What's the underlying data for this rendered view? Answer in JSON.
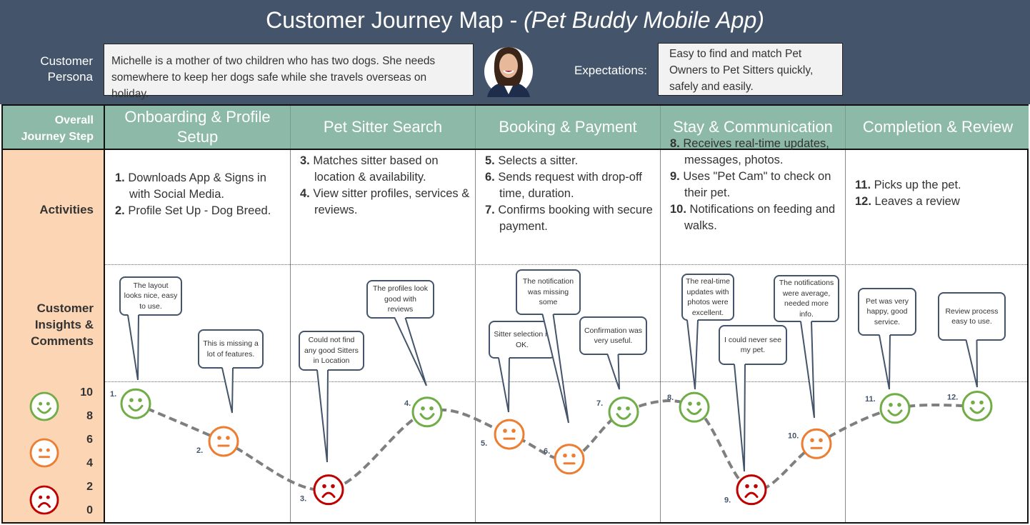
{
  "header": {
    "title_main": "Customer Journey Map - ",
    "title_italic": "(Pet Buddy Mobile App)",
    "persona_label": "Customer Persona",
    "persona_text": "Michelle is a mother of two children who has two dogs. She needs somewhere to keep her dogs safe while she travels overseas on holiday.",
    "expectations_label": "Expectations:",
    "expectations_text": "Easy to find and match Pet Owners to Pet Sitters quickly, safely and easily."
  },
  "rows": {
    "step": "Overall Journey Step",
    "activities": "Activities",
    "insights": "Customer Insights & Comments"
  },
  "steps": [
    "Onboarding & Profile Setup",
    "Pet Sitter Search",
    "Booking & Payment",
    "Stay & Communication",
    "Completion & Review"
  ],
  "activities": [
    [
      {
        "n": "1.",
        "t": "Downloads App & Signs in with Social Media."
      },
      {
        "n": "2.",
        "t": "Profile Set Up - Dog Breed."
      }
    ],
    [
      {
        "n": "3.",
        "t": "Matches sitter based on location & availability."
      },
      {
        "n": "4.",
        "t": "View sitter profiles, services & reviews."
      }
    ],
    [
      {
        "n": "5.",
        "t": "Selects a sitter."
      },
      {
        "n": "6.",
        "t": "Sends request with drop-off time, duration."
      },
      {
        "n": "7.",
        "t": "Confirms booking with secure payment."
      }
    ],
    [
      {
        "n": "8.",
        "t": "Receives real-time updates, messages, photos."
      },
      {
        "n": "9.",
        "t": "Uses \"Pet Cam\" to check on their pet."
      },
      {
        "n": "10.",
        "t": "Notifications on feeding and walks."
      }
    ],
    [
      {
        "n": "11.",
        "t": "Picks up the pet."
      },
      {
        "n": "12.",
        "t": "Leaves a review"
      }
    ]
  ],
  "scale": {
    "ticks": [
      "10",
      "8",
      "6",
      "4",
      "2",
      "0"
    ]
  },
  "colors": {
    "happy": "#70ad47",
    "neutral": "#ed7d31",
    "sad": "#c00000",
    "line": "#7f7f7f",
    "callout_border": "#44546a"
  },
  "chart_data": {
    "type": "line",
    "ylim": [
      0,
      10
    ],
    "points": [
      {
        "label": "1.",
        "score": 9.2,
        "mood": "happy",
        "comment": "The layout looks nice, easy to use."
      },
      {
        "label": "2.",
        "score": 6.0,
        "mood": "neutral",
        "comment": "This is missing a lot of features."
      },
      {
        "label": "3.",
        "score": 1.9,
        "mood": "sad",
        "comment": "Could not find any good Sitters in Location"
      },
      {
        "label": "4.",
        "score": 8.5,
        "mood": "happy",
        "comment": "The profiles look good with reviews"
      },
      {
        "label": "5.",
        "score": 6.6,
        "mood": "neutral",
        "comment": "Sitter selection is OK."
      },
      {
        "label": "6.",
        "score": 4.5,
        "mood": "neutral",
        "comment": "The notification was missing some"
      },
      {
        "label": "7.",
        "score": 8.5,
        "mood": "happy",
        "comment": "Confirmation was very useful."
      },
      {
        "label": "8.",
        "score": 8.9,
        "mood": "happy",
        "comment": "The real-time updates with photos were excellent."
      },
      {
        "label": "9.",
        "score": 1.9,
        "mood": "sad",
        "comment": "I could never see my pet."
      },
      {
        "label": "10.",
        "score": 5.8,
        "mood": "neutral",
        "comment": "The notifications were average, needed more info."
      },
      {
        "label": "11.",
        "score": 8.8,
        "mood": "happy",
        "comment": "Pet was very happy, good service."
      },
      {
        "label": "12.",
        "score": 9.0,
        "mood": "happy",
        "comment": "Review process easy to use."
      }
    ]
  }
}
